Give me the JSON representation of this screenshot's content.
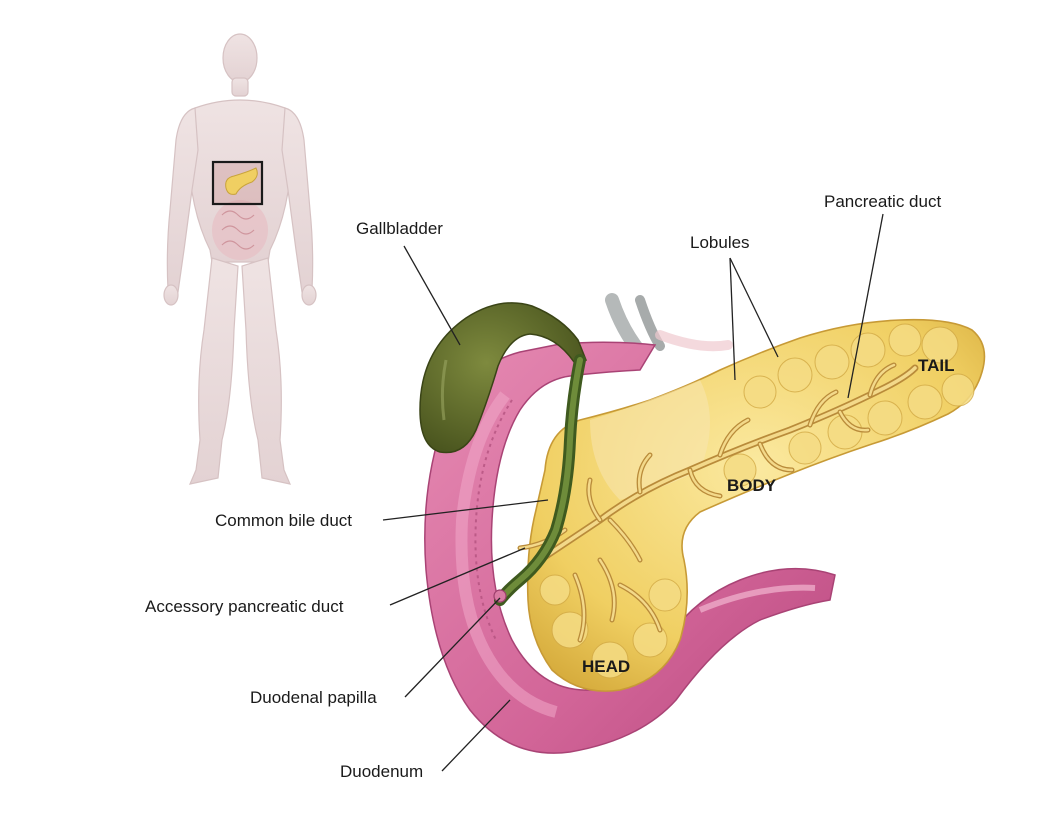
{
  "labels": {
    "gallbladder": "Gallbladder",
    "lobules": "Lobules",
    "pancreatic_duct": "Pancreatic duct",
    "common_bile_duct": "Common bile duct",
    "accessory_pancreatic_duct": "Accessory pancreatic duct",
    "duodenal_papilla": "Duodenal papilla",
    "duodenum": "Duodenum"
  },
  "regions": {
    "tail": "TAIL",
    "body": "BODY",
    "head": "HEAD"
  },
  "colors": {
    "pancreas": "#f2d36e",
    "pancreas_shadow": "#d9b247",
    "duodenum": "#d9709f",
    "duodenum_inner": "#ea9cc0",
    "gallbladder": "#5e6b2c",
    "bile_duct": "#4f6a2a",
    "body_figure": "#e9dcdc"
  }
}
